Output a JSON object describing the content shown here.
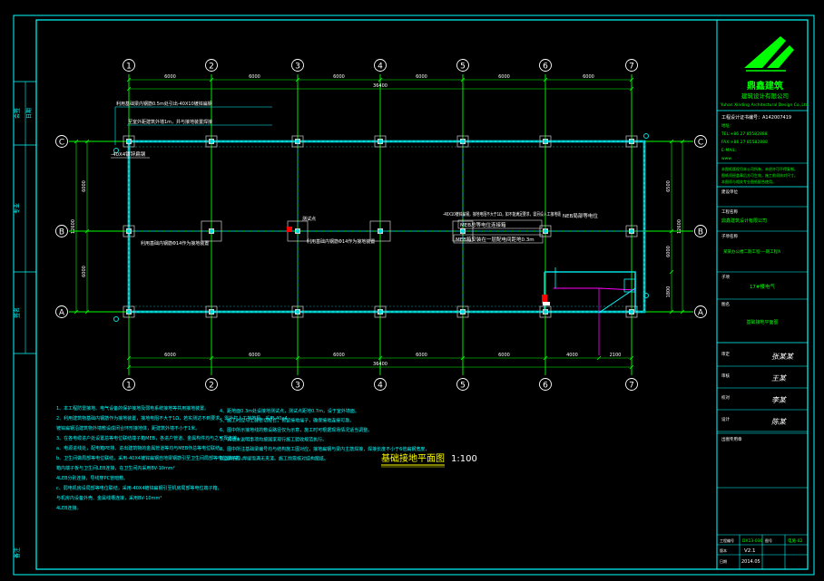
{
  "colors": {
    "background": "#000000",
    "frame": "#00ffff",
    "grid": "#00ff00",
    "bubble": "#ffffff",
    "column": "#cccccc",
    "ground_wire": "#00dddd",
    "notes": "#00ffff",
    "title_block_green": "#00ff00",
    "title_block_yellow": "#ffff00",
    "marker": "#ff0000",
    "magenta": "#ff00ff"
  },
  "grid": {
    "columns": [
      "1",
      "2",
      "3",
      "4",
      "5",
      "6",
      "7"
    ],
    "rows": [
      "C",
      "B",
      "A"
    ]
  },
  "dimensions": {
    "top_spans": [
      "6000",
      "6000",
      "6000",
      "6000",
      "6000",
      "6000"
    ],
    "top_total": "36400",
    "bottom_spans": [
      "6000",
      "6000",
      "6000",
      "6000",
      "6000",
      "4000",
      "2100"
    ],
    "bottom_total": "36400",
    "left_spans": [
      "6000",
      "6000"
    ],
    "left_total": "12600",
    "right_spans": [
      "6500",
      "6000",
      "1800"
    ],
    "right_total": "12600"
  },
  "drawing": {
    "title": "基础接地平面图",
    "scale": "1:100",
    "callouts": [
      "利用基础梁内钢筋0.5m处引出-40X10镀锌扁钢",
      "至室外距建筑外墙1m，并与接地装置焊接",
      "-40X4镀锌扁钢",
      "-40X10镀锌扁钢，接地电阻不大于1Ω，如不能满足要求，需另设人工接地极",
      "MEB总等电位连接箱",
      "MEB箱安装在一层配电间距地0.3m",
      "利用基础内钢筋Φ14作为接地装置",
      "测试点",
      "NEB局部等电位"
    ]
  },
  "notes_left": [
    "1、本工程防雷接地、电气设备的保护接地及弱电系统接地等共用接地装置。",
    "2、利用建筑物基础内钢筋作为接地装置，接地电阻不大于1Ω，若实测达不到要求，需补打人工接地极。采用-40x4",
    "镀锌扁钢沿建筑物外墙敷设成闭合环形接地体，距建筑外墙不小于1米。",
    "3、在各电缆进户处设置总等电位联结端子箱MEB，各进户管道、金属构件均与之可靠连接。",
    "a、电源进线处，配电箱PE排、进出建筑物的金属管道等均与MEB作总等电位联结。",
    "b、卫生间做局部等电位联结，采用-40X4镀锌扁钢自地梁钢筋引至卫生间局部等电位端子箱，",
    "箱内端子板与卫生间LEB连接，在卫生间内采用BV-10mm²",
    "4LEB分别连接，导线穿PC管暗敷。",
    "c、弱电机房设局部等电位联结，采用-40X4镀锌扁钢引至机房局部等电位端子箱，",
    "与机房内设备外壳、金属线槽连接，采用BV-10mm²",
    "4LEB连接。"
  ],
  "notes_right": [
    "4、距地面0.3m处设接地测试点，测试点距地0.7m，设于室外墙面。",
    "5、施工时应与土建密切配合，预留接地端子，确保接地连接可靠。",
    "6、图中所示接地线的敷设路径仅为示意，施工时可根据现场情况适当调整。",
    "7、其他未说明事项均按国家现行施工验收规范执行。",
    "8、图中所注基础梁编号均与结构施工图对应，接地扁钢与梁内主筋焊接，焊接长度不小于6倍扁钢宽度，",
    "双面焊接，焊缝饱满无夹渣。施工前需核对结构图纸。"
  ],
  "title_block": {
    "company_name": "鼎鑫建筑",
    "company_sub": "建筑设计有限公司",
    "company_en": "Yuhan Xinding Architectural Design Co.,Ltd.",
    "certificate": "工程设计证书编号：A142007419",
    "address": "地址：",
    "tel": "TEL:+86 27 85582888",
    "fax": "FAX:+86 27 85582888",
    "email": "E-MAIL:",
    "web": "www.",
    "statement": [
      "本图纸版权归本公司所有，未经许可不得复制。",
      "图纸须经盖章后方可生效，施工前须核对尺寸。",
      "本图须与相关专业图纸配合使用。"
    ],
    "owner_label": "建设单位",
    "owner_value": "",
    "project_label": "工程名称",
    "project_value": "鼎鑫建筑设计有限公司",
    "subproject_label": "子项名称",
    "subproject_value": "某某办公楼二期工程-一期工程A",
    "building_label": "子项",
    "building_value": "17#楼电气",
    "drawing_label": "图名",
    "drawing_value": "基础接地平面图",
    "roles": [
      {
        "role": "审定",
        "name": "张某某"
      },
      {
        "role": "审核",
        "name": "王某"
      },
      {
        "role": "校对",
        "name": "李某"
      },
      {
        "role": "设计",
        "name": "陈某"
      }
    ],
    "seal_label": "出图专用章",
    "project_no_label": "工程编号",
    "project_no": "DX13-030",
    "drawing_no_label": "图号",
    "drawing_no": "电施-02",
    "version_label": "版本",
    "version": "V2.1",
    "date_label": "日期",
    "date": "2014.05"
  },
  "left_strip": [
    "会签",
    "专业",
    "签名",
    "日期",
    "备注"
  ]
}
